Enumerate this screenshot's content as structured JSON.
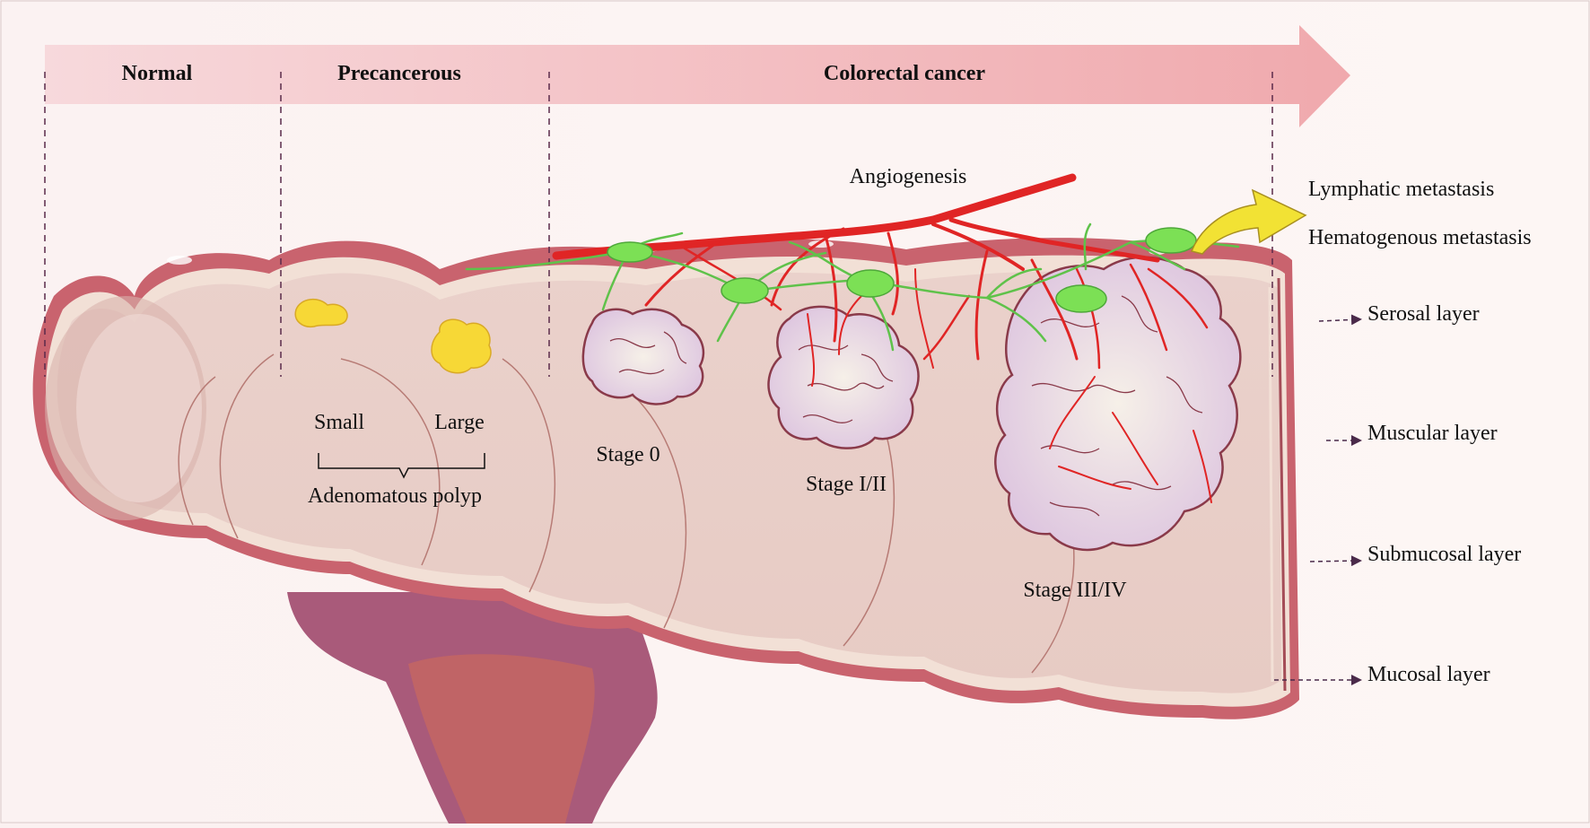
{
  "phases": {
    "normal": "Normal",
    "precancerous": "Precancerous",
    "cancer": "Colorectal cancer"
  },
  "polyp": {
    "small": "Small",
    "large": "Large",
    "group": "Adenomatous polyp"
  },
  "stages": {
    "stage0": "Stage 0",
    "stage12": "Stage I/II",
    "stage34": "Stage III/IV"
  },
  "angiogenesis": "Angiogenesis",
  "metastasis": {
    "lymphatic": "Lymphatic metastasis",
    "hematogenous": "Hematogenous metastasis"
  },
  "layers": {
    "serosal": "Serosal layer",
    "muscular": "Muscular layer",
    "submucosal": "Submucosal layer",
    "mucosal": "Mucosal layer"
  },
  "colors": {
    "arrow": "#f2b5b8",
    "colon_outer": "#c9636e",
    "colon_inner": "#ecd2cd",
    "polyp": "#f7d836",
    "tumor": "#ecdcea",
    "vessel": "#e02525",
    "lymph": "#7ce055",
    "meta_arrow": "#f2e234"
  }
}
